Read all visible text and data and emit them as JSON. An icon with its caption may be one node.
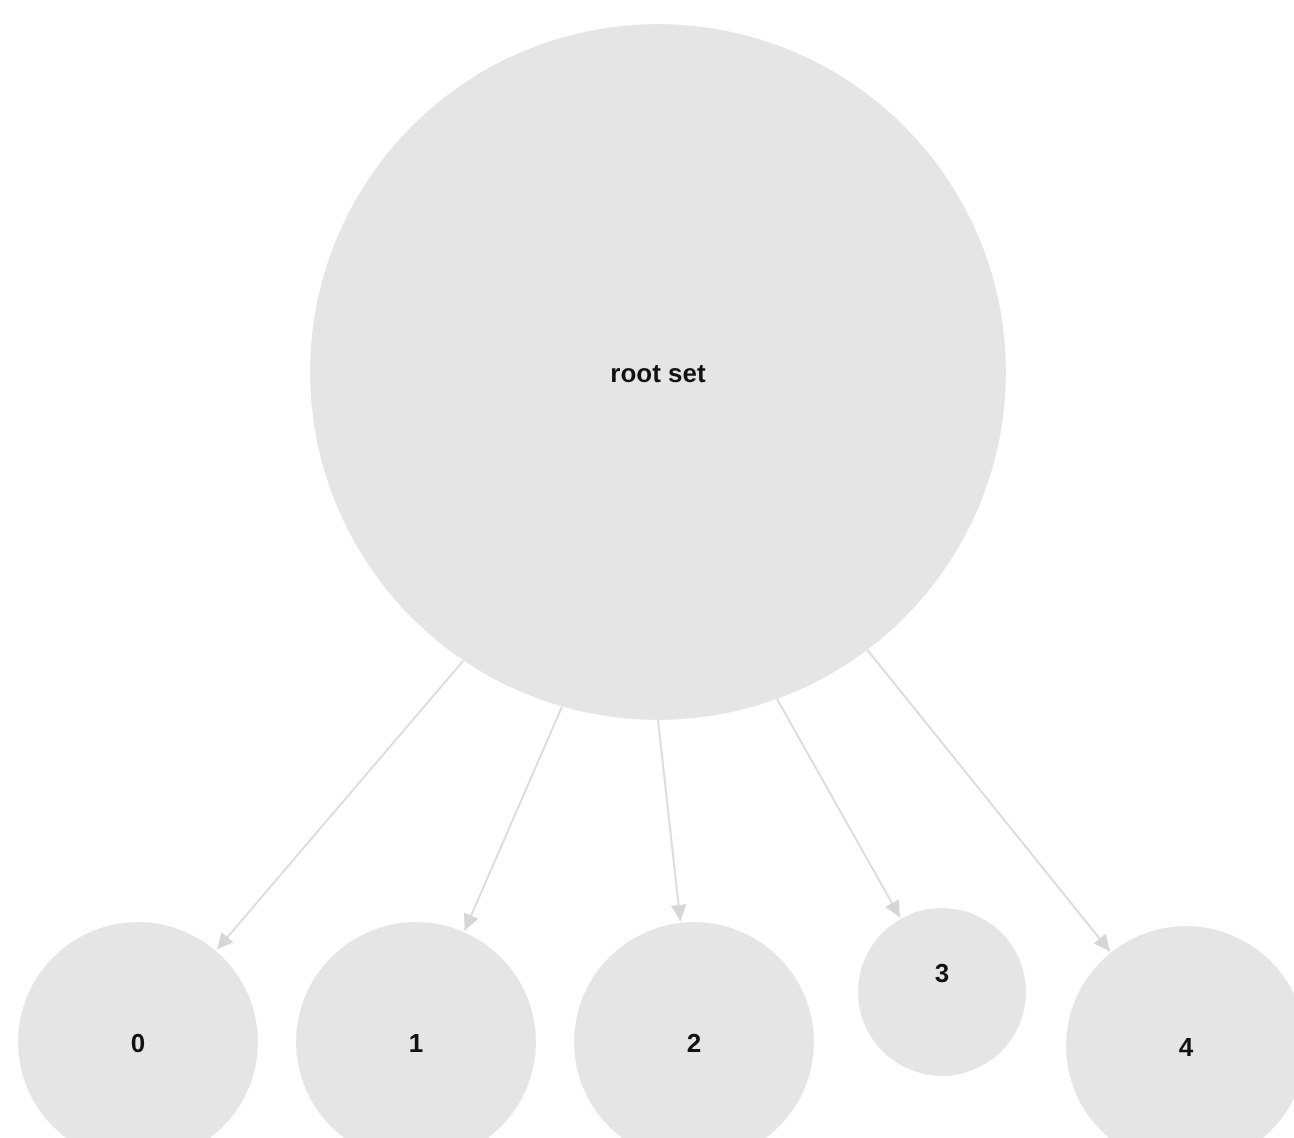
{
  "diagram": {
    "nodes": [
      {
        "text": [
          "root set"
        ]
      },
      {
        "text": [
          "0"
        ]
      },
      {
        "text": [
          "1"
        ]
      },
      {
        "text": [
          "2"
        ]
      },
      {
        "text": [
          "3"
        ]
      },
      {
        "text": [
          "4"
        ]
      }
    ],
    "edges": [
      {
        "from": 0,
        "to": 1,
        "arrow": "to"
      },
      {
        "from": 0,
        "to": 2,
        "arrow": "to"
      },
      {
        "from": 0,
        "to": 3,
        "arrow": "to"
      },
      {
        "from": 0,
        "to": 4,
        "arrow": "to"
      },
      {
        "from": 0,
        "to": 5,
        "arrow": "to"
      }
    ]
  }
}
